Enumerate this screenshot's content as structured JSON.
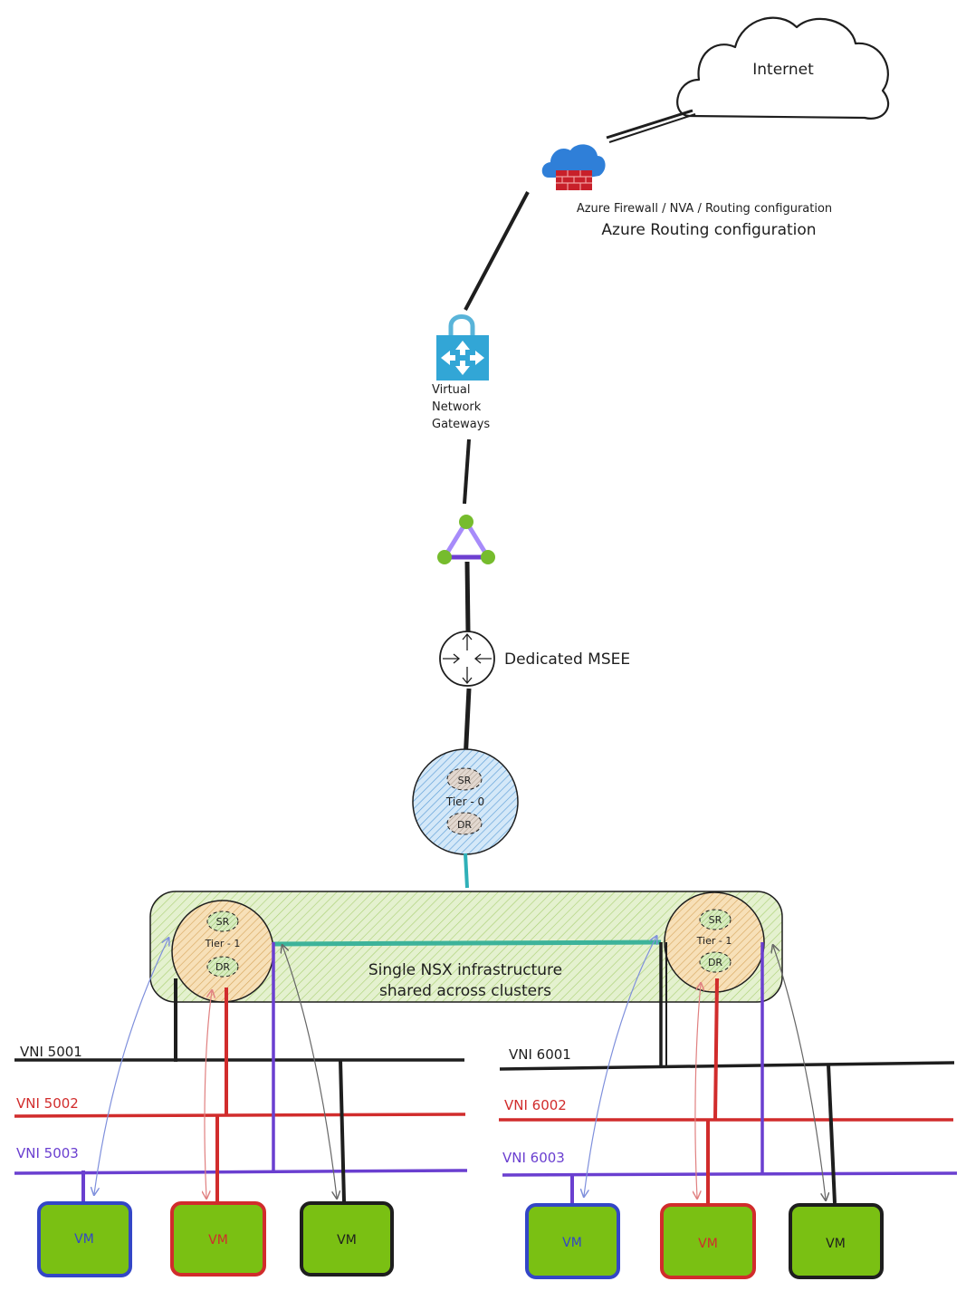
{
  "internet_label": "Internet",
  "firewall_label": "Azure Firewall / NVA / Routing configuration",
  "azure_routing_label": "Azure Routing configuration",
  "gateway_label": [
    "Virtual",
    "Network",
    "Gateways"
  ],
  "msee_label": "Dedicated MSEE",
  "tier0": {
    "sr": "SR",
    "name": "Tier - 0",
    "dr": "DR"
  },
  "tier1": {
    "sr": "SR",
    "name": "Tier - 1",
    "dr": "DR"
  },
  "nsx_label": [
    "Single NSX infrastructure",
    "shared across clusters"
  ],
  "left_vnis": [
    "VNI 5001",
    "VNI 5002",
    "VNI 5003"
  ],
  "right_vnis": [
    "VNI 6001",
    "VNI 6002",
    "VNI 6003"
  ],
  "vm_label": "VM",
  "colors": {
    "black": "#1e1e1e",
    "red": "#d12c2c",
    "purple": "#6a3fd0",
    "blue": "#3346c7",
    "vm_green": "#7ac013",
    "teal": "#3db39a",
    "tier0_fill": "#a6cff0",
    "tier1_fill": "#f0c98a",
    "nsx_fill": "#c9e3a1"
  }
}
